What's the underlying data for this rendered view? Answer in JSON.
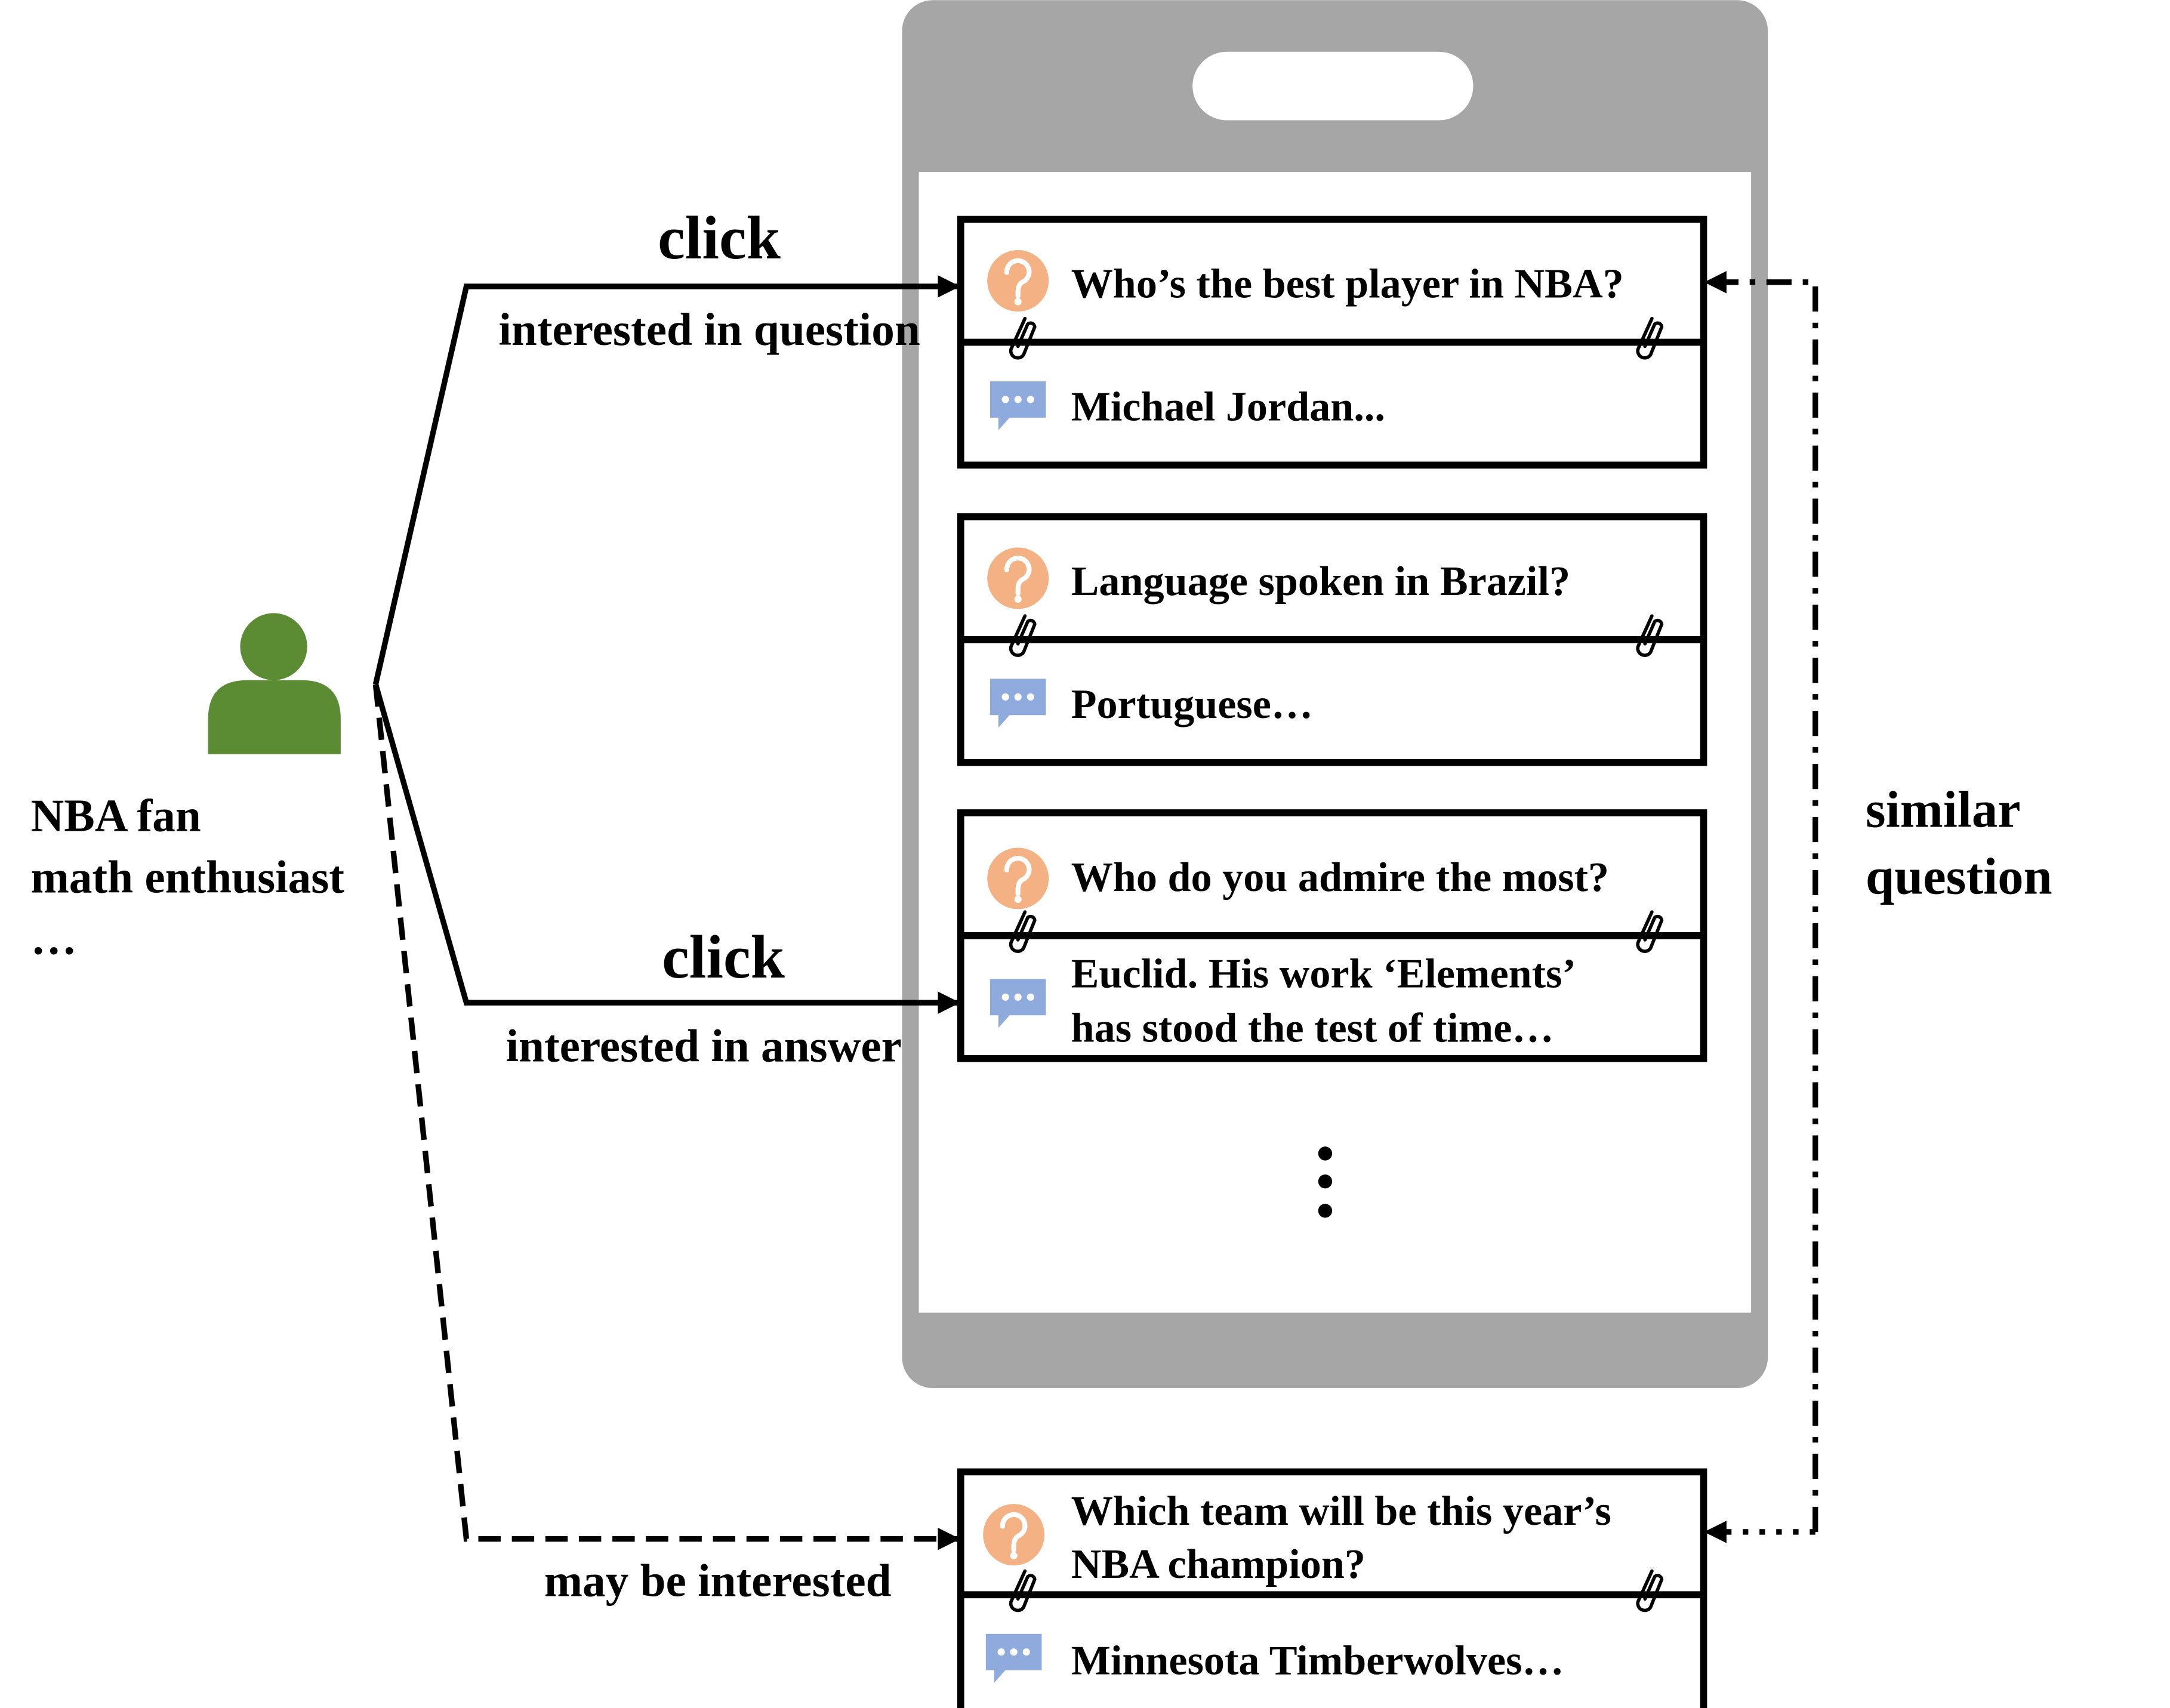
{
  "user": {
    "traits": [
      "NBA fan",
      "math enthusiast",
      "…"
    ],
    "icon": "user-icon",
    "icon_color": "#5b8c33"
  },
  "edges": {
    "question_action": "click",
    "question_reason": "interested in question",
    "answer_action": "click",
    "answer_reason": "interested in answer",
    "recommend_reason": "may be interested",
    "similar": "similar question"
  },
  "feed": {
    "cards": [
      {
        "question": "Who’s the best player in NBA?",
        "answer": "Michael Jordan..."
      },
      {
        "question": "Language spoken in Brazil?",
        "answer": "Portuguese…"
      },
      {
        "question": "Who do you admire the most?",
        "answer_lines": [
          "Euclid. His work ‘Elements’",
          "has stood the test of time…"
        ]
      }
    ],
    "more": "⋮"
  },
  "recommended": {
    "question_lines": [
      "Which team will be this year’s",
      "NBA champion?"
    ],
    "answer": "Minnesota Timberwolves…"
  },
  "colors": {
    "phone_frame": "#a6a6a6",
    "question_icon": "#f4b183",
    "answer_icon": "#8faadc"
  }
}
